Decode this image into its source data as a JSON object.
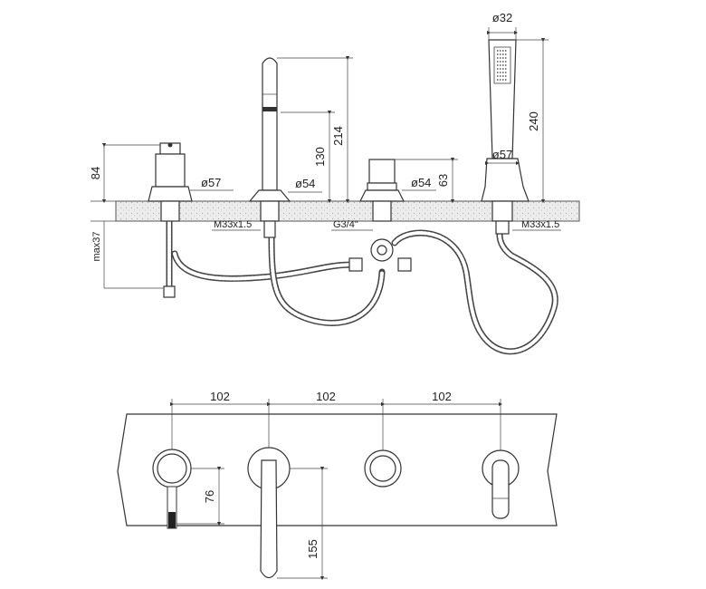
{
  "side_view": {
    "dim_mixer_height": "84",
    "dim_mixer_dia": "ø57",
    "dim_spout_dia": "ø54",
    "dim_spout_height_130": "130",
    "dim_spout_height_214": "214",
    "dim_diverter_dia": "ø54",
    "dim_diverter_height": "63",
    "dim_shower_dia_top": "ø32",
    "dim_shower_length": "240",
    "dim_shower_base_dia": "ø57",
    "dim_deck_max": "max37",
    "thread_spout": "M33x1.5",
    "thread_diverter": "G3/4\"",
    "thread_shower": "M33x1.5"
  },
  "top_view": {
    "spacing_1": "102",
    "spacing_2": "102",
    "spacing_3": "102",
    "dim_lever": "76",
    "dim_spout_reach": "155"
  }
}
